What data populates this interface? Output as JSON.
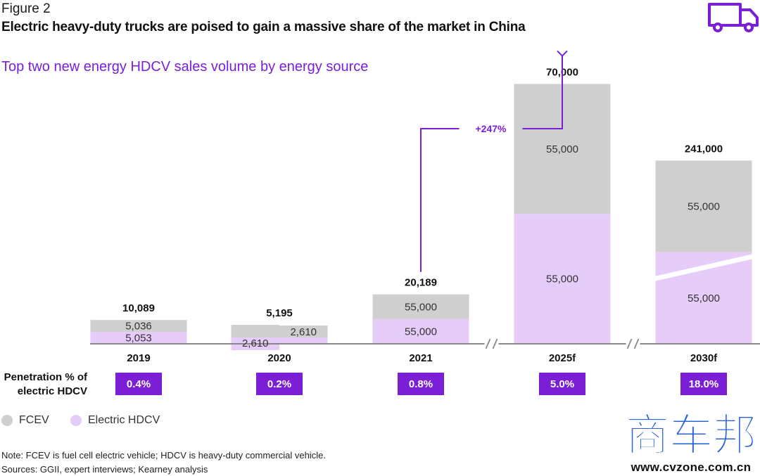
{
  "figure_label": "Figure 2",
  "title": "Electric heavy-duty trucks are poised to gain a massive share of the market in China",
  "subtitle": "Top two new energy HDCV sales volume by energy source",
  "colors": {
    "fcev": "#cfcfcf",
    "electric": "#e6ccf9",
    "accent": "#7a1fd6",
    "axis": "#888888"
  },
  "icons": {
    "header": "truck-icon"
  },
  "chart_data": {
    "type": "bar",
    "stacked": true,
    "categories": [
      "2019",
      "2020",
      "2021",
      "2025f",
      "2030f"
    ],
    "series": [
      {
        "name": "Electric HDCV",
        "values": [
          5053,
          2610,
          55000,
          55000,
          55000
        ]
      },
      {
        "name": "FCEV",
        "values": [
          5036,
          2610,
          55000,
          55000,
          55000
        ]
      }
    ],
    "totals": [
      "10,089",
      "5,195",
      "20,189",
      "70,000",
      "241,000"
    ],
    "segment_labels": {
      "electric": [
        "5,053",
        "2,610",
        "55,000",
        "55,000",
        "55,000"
      ],
      "fcev": [
        "5,036",
        "2,610",
        "55,000",
        "55,000",
        "55,000"
      ]
    },
    "axis_breaks_after": [
      "2021",
      "2025f"
    ],
    "annotation": {
      "from": "2021",
      "to": "2025f",
      "text": "+247%"
    },
    "grid": false
  },
  "penetration": {
    "label_line1": "Penetration % of",
    "label_line2": "electric HDCV",
    "values": [
      "0.4%",
      "0.2%",
      "0.8%",
      "5.0%",
      "18.0%"
    ]
  },
  "legend": [
    {
      "name": "FCEV",
      "color": "#cfcfcf"
    },
    {
      "name": "Electric HDCV",
      "color": "#e6ccf9"
    }
  ],
  "note": "Note: FCEV is fuel cell electric vehicle; HDCV is heavy-duty commercial vehicle.",
  "sources": "Sources: GGII, expert interviews; Kearney analysis",
  "watermark": {
    "logo_text": "商车邦",
    "url": "www.cvzone.com.cn"
  }
}
